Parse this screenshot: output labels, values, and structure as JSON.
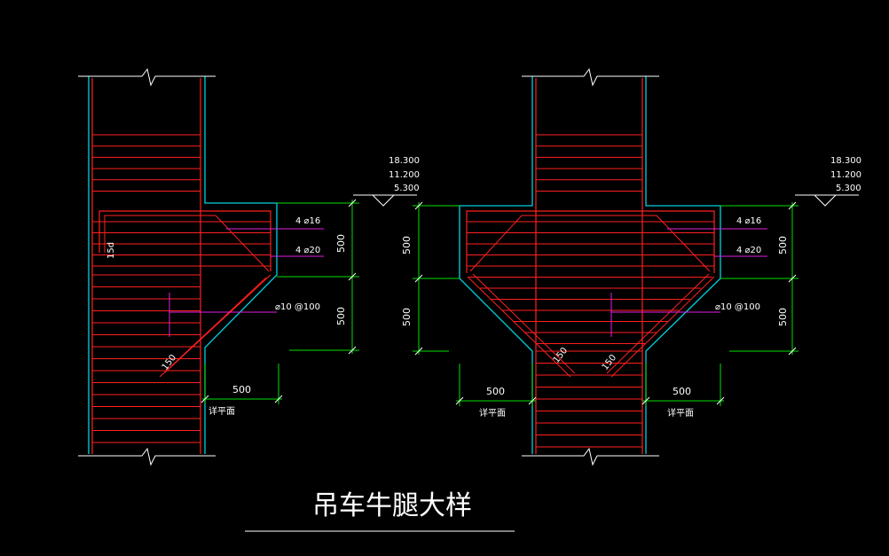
{
  "title": "吊车牛腿大样",
  "colors": {
    "background": "#000000",
    "outline": "#00d0e0",
    "rebar": "#ff2020",
    "dimension": "#00e000",
    "leader": "#e020e0",
    "text": "#ffffff"
  },
  "left_detail": {
    "elevations": [
      "18.300",
      "11.200",
      "5.300"
    ],
    "rebar_top": "4 ⌀16",
    "rebar_mid": "4 ⌀20",
    "stirrup": "⌀10 @100",
    "anchor": "15d",
    "slope_label": "150",
    "dim_vertical_upper": "500",
    "dim_vertical_lower": "500",
    "dim_horizontal": "500",
    "note": "详平面"
  },
  "right_detail": {
    "elevations": [
      "18.300",
      "11.200",
      "5.300"
    ],
    "rebar_top": "4 ⌀16",
    "rebar_mid": "4 ⌀20",
    "stirrup": "⌀10 @100",
    "slope_label_left": "150",
    "slope_label_right": "150",
    "dim_vertical_left_upper": "500",
    "dim_vertical_left_lower": "500",
    "dim_vertical_right_upper": "500",
    "dim_vertical_right_lower": "500",
    "dim_horizontal_left": "500",
    "dim_horizontal_right": "500",
    "note_left": "详平面",
    "note_right": "详平面"
  }
}
